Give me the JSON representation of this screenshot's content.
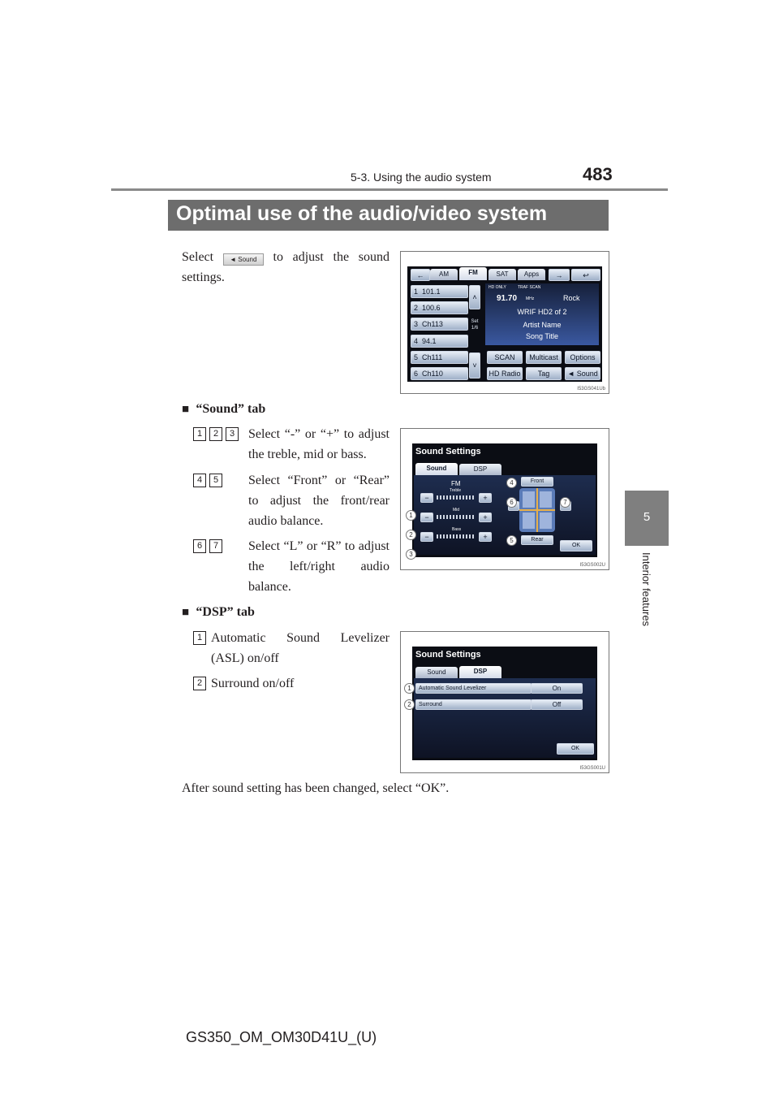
{
  "header": {
    "section": "5-3. Using the audio system",
    "page_number": "483"
  },
  "side_tab": {
    "number": "5",
    "label": "Interior features"
  },
  "section_title": "Optimal use of the audio/video system",
  "intro": {
    "before": "Select",
    "button_label": "Sound",
    "after": "to adjust the sound settings."
  },
  "screen1": {
    "tabs": [
      "AM",
      "FM",
      "SAT",
      "Apps"
    ],
    "presets": [
      {
        "num": "1",
        "freq": "101.1"
      },
      {
        "num": "2",
        "freq": "100.6"
      },
      {
        "num": "3",
        "freq": "Ch113"
      },
      {
        "num": "4",
        "freq": "94.1"
      },
      {
        "num": "5",
        "freq": "Ch111"
      },
      {
        "num": "6",
        "freq": "Ch110"
      }
    ],
    "set_label": "Set",
    "set_page": "1/6",
    "hd_only": "HD ONLY",
    "traf_scan": "TRAF SCAN",
    "freq": "91.70",
    "unit": "MHz",
    "genre": "Rock",
    "station": "WRIF HD2 of 2",
    "artist": "Artist Name",
    "song": "Song Title",
    "buttons": [
      "SCAN",
      "Multicast",
      "Options",
      "HD Radio",
      "Tag",
      "Sound"
    ],
    "code": "I53GS041Ub"
  },
  "sound_tab": {
    "heading": "“Sound” tab",
    "items": [
      {
        "nums": [
          "1",
          "2",
          "3"
        ],
        "text": "Select “-” or “+” to adjust the treble, mid or bass."
      },
      {
        "nums": [
          "4",
          "5"
        ],
        "text": "Select “Front” or “Rear” to adjust the front/rear audio balance."
      },
      {
        "nums": [
          "6",
          "7"
        ],
        "text": "Select “L” or “R” to adjust the left/right audio balance."
      }
    ]
  },
  "screen2": {
    "title": "Sound Settings",
    "tab_sound": "Sound",
    "tab_dsp": "DSP",
    "source": "FM",
    "treble": "Treble",
    "mid": "Mid",
    "bass": "Bass",
    "front": "Front",
    "rear": "Rear",
    "left": "L",
    "right": "R",
    "ok": "OK",
    "callouts": [
      "1",
      "2",
      "3",
      "4",
      "5",
      "6",
      "7"
    ],
    "code": "I53GS002U"
  },
  "dsp_tab": {
    "heading": "“DSP” tab",
    "items": [
      {
        "num": "1",
        "text": "Automatic Sound Levelizer (ASL) on/off"
      },
      {
        "num": "2",
        "text": "Surround on/off"
      }
    ]
  },
  "screen3": {
    "title": "Sound Settings",
    "tab_sound": "Sound",
    "tab_dsp": "DSP",
    "asl_label": "Automatic Sound Levelizer",
    "asl_value": "On",
    "surround_label": "Surround",
    "surround_value": "Off",
    "ok": "OK",
    "callouts": [
      "1",
      "2"
    ],
    "code": "I53GS001U"
  },
  "closing": "After sound setting has been changed, select “OK”.",
  "footer": "GS350_OM_OM30D41U_(U)"
}
